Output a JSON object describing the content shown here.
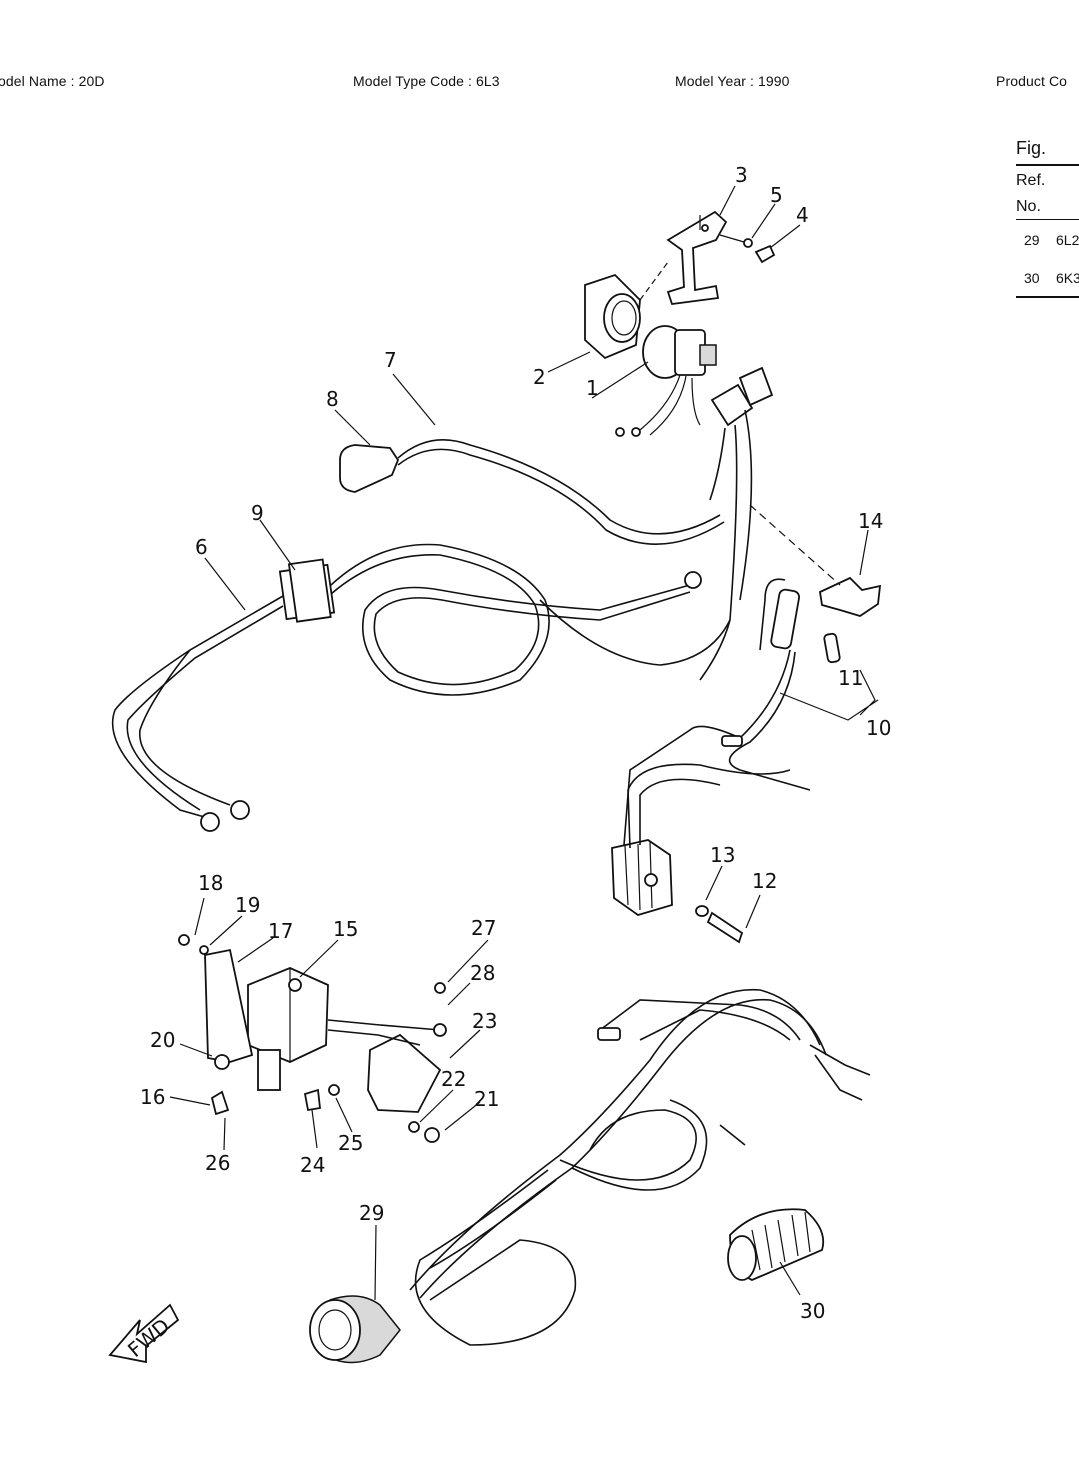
{
  "header": {
    "model_name": "odel Name : 20D",
    "model_type_code": "Model Type Code : 6L3",
    "model_year": "Model Year : 1990",
    "product_code": "Product Co"
  },
  "table": {
    "fig_label": "Fig.",
    "ref_label": "Ref.",
    "no_label": "No.",
    "rows": [
      {
        "ref": "29",
        "part": "6L2"
      },
      {
        "ref": "30",
        "part": "6K3"
      }
    ]
  },
  "callouts": [
    "1",
    "2",
    "3",
    "4",
    "5",
    "6",
    "7",
    "8",
    "9",
    "10",
    "11",
    "12",
    "13",
    "14",
    "15",
    "16",
    "17",
    "18",
    "19",
    "20",
    "21",
    "22",
    "23",
    "24",
    "25",
    "26",
    "27",
    "28",
    "29",
    "30"
  ],
  "fwd_label": "FWD"
}
